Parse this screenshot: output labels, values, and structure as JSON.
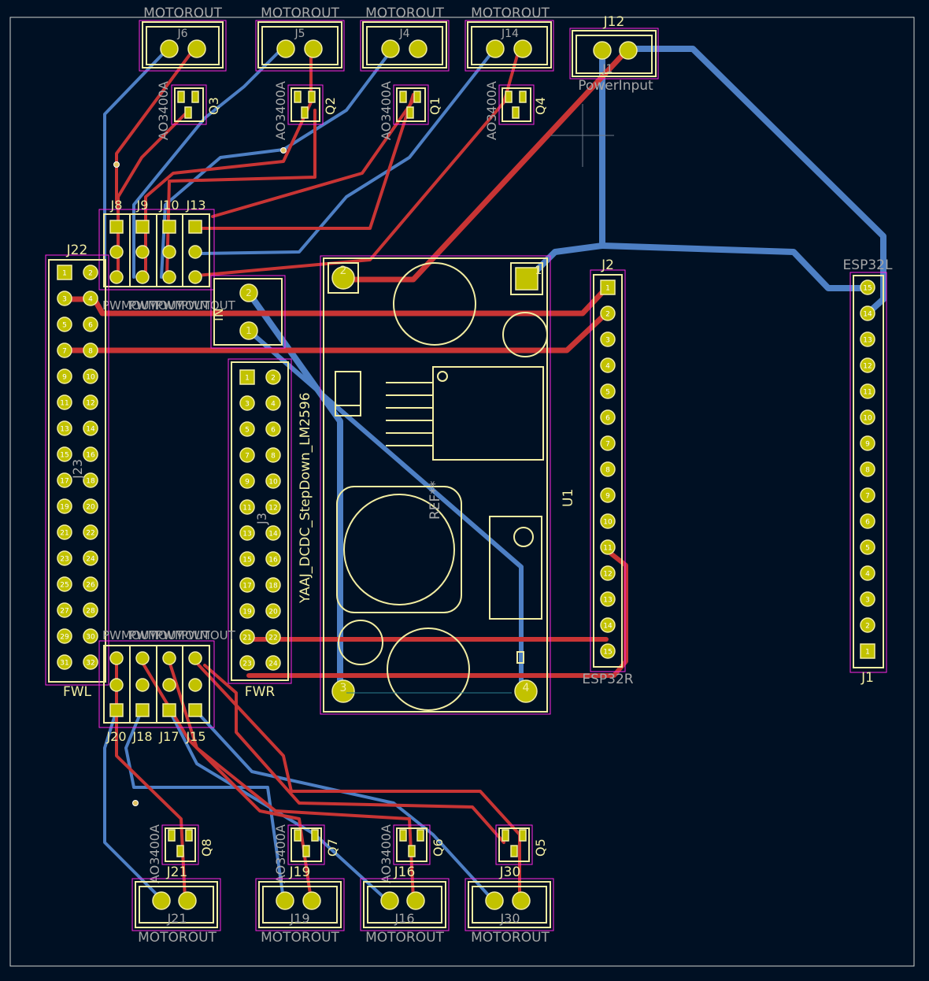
{
  "labels": {
    "motorout": "MOTOROUT",
    "power_input": "PowerInput",
    "ao3400a": "AO3400A",
    "pwmout": "PWMOUT",
    "dcdc": "YAAJ_DCDC_StepDown_LM2596",
    "ref": "REF**",
    "u1": "U1",
    "j1": "J1",
    "j2": "J2",
    "j3": "J3",
    "j22": "J22",
    "j23": "J23",
    "fwl": "FWL",
    "fwr": "FWR",
    "esp32l": "ESP32L",
    "esp32r": "ESP32R",
    "in": "IN",
    "dcdc_pin1": "1",
    "dcdc_pin2": "2",
    "dcdc_pin3": "3",
    "dcdc_pin4": "4"
  },
  "top_connectors": [
    {
      "ref": "J6",
      "fab": "J6"
    },
    {
      "ref": "J5",
      "fab": "J5"
    },
    {
      "ref": "J4",
      "fab": "J4"
    },
    {
      "ref": "J14",
      "fab": "J14"
    }
  ],
  "top_mosfets": [
    "Q3",
    "Q2",
    "Q1",
    "Q4"
  ],
  "power_connector": {
    "ref": "J12",
    "fab": "J1"
  },
  "top_headers": [
    "J8",
    "J9",
    "J10",
    "J13"
  ],
  "bottom_headers": [
    "J20",
    "J18",
    "J17",
    "J15"
  ],
  "bottom_mosfets": [
    "Q8",
    "Q7",
    "Q6",
    "Q5"
  ],
  "bottom_connectors": [
    {
      "ref": "J21",
      "fab": "J21"
    },
    {
      "ref": "J19",
      "fab": "J19"
    },
    {
      "ref": "J16",
      "fab": "J16"
    },
    {
      "ref": "J30",
      "fab": "J30"
    }
  ],
  "fwl_pins": [
    "1",
    "2",
    "3",
    "4",
    "5",
    "6",
    "7",
    "8",
    "9",
    "10",
    "11",
    "12",
    "13",
    "14",
    "15",
    "16",
    "17",
    "18",
    "19",
    "20",
    "21",
    "22",
    "23",
    "24",
    "25",
    "26",
    "27",
    "28",
    "29",
    "30",
    "31",
    "32"
  ],
  "fwr_pins": [
    "1",
    "2",
    "3",
    "4",
    "5",
    "6",
    "7",
    "8",
    "9",
    "10",
    "11",
    "12",
    "13",
    "14",
    "15",
    "16",
    "17",
    "18",
    "19",
    "20",
    "21",
    "22",
    "23",
    "24"
  ],
  "esp32r_pins": [
    "1",
    "2",
    "3",
    "4",
    "5",
    "6",
    "7",
    "8",
    "9",
    "10",
    "11",
    "12",
    "13",
    "14",
    "15"
  ],
  "esp32l_pins": [
    "15",
    "14",
    "13",
    "12",
    "11",
    "10",
    "9",
    "8",
    "7",
    "6",
    "5",
    "4",
    "3",
    "2",
    "1"
  ],
  "colors": {
    "background": "#001023",
    "front_copper": "#c83434",
    "back_copper": "#4d7fc4",
    "silkscreen": "#f2eda1",
    "courtyard": "#ff26e2",
    "fab": "#a7a7a7"
  }
}
